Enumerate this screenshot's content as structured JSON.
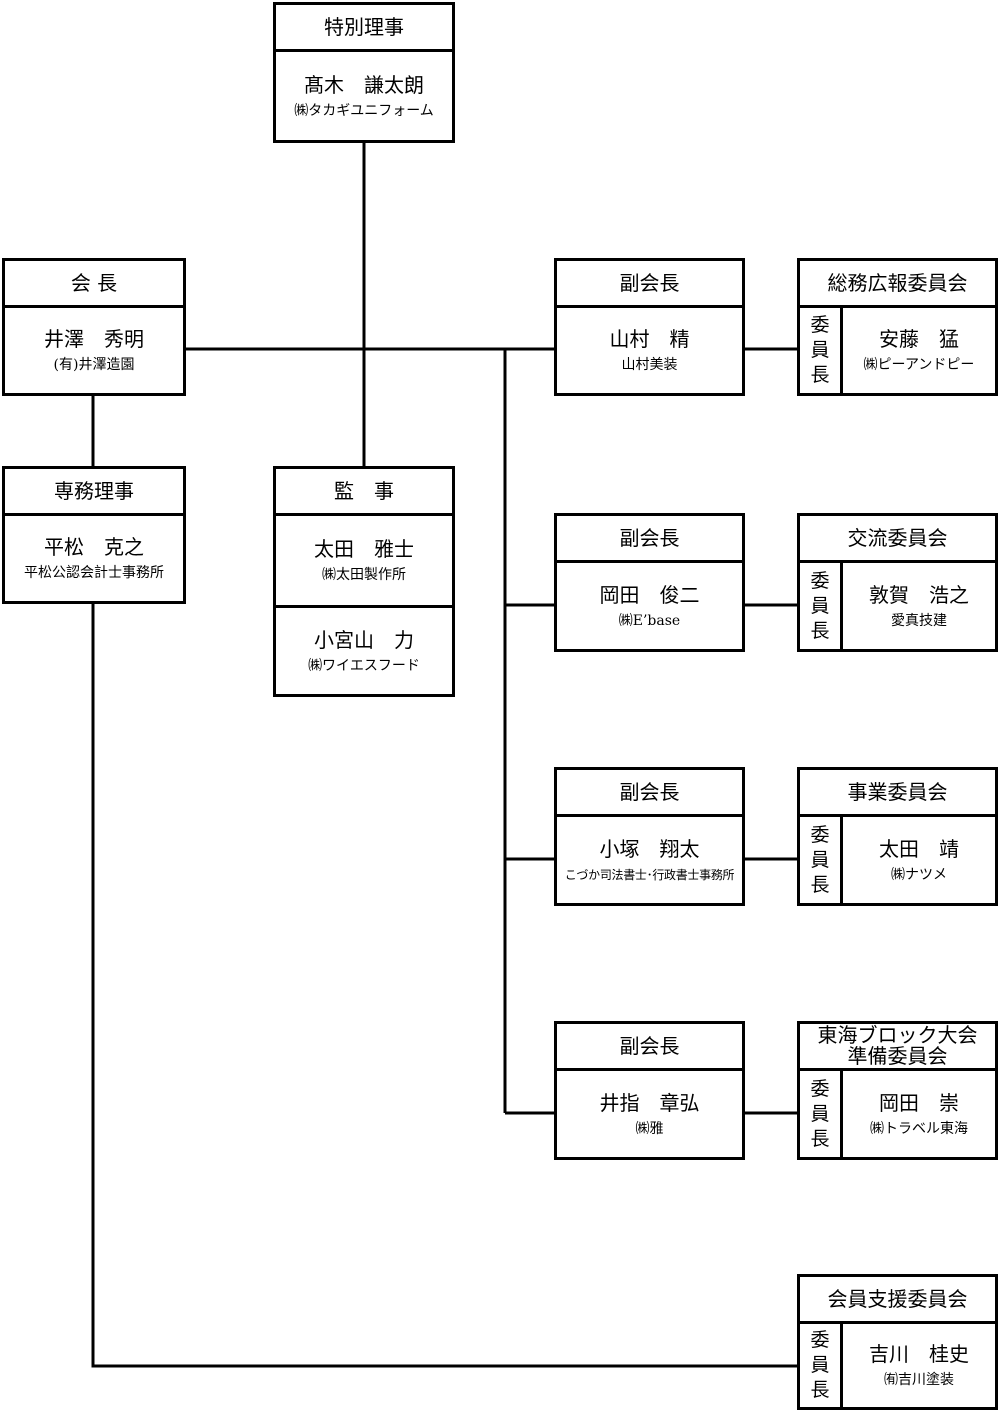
{
  "special_director": {
    "title": "特別理事",
    "name": "髙木　謙太朗",
    "org": "㈱タカギユニフォーム"
  },
  "president": {
    "title": "会 長",
    "name": "井澤　秀明",
    "org": "(有)井澤造園"
  },
  "managing_director": {
    "title": "専務理事",
    "name": "平松　克之",
    "org": "平松公認会計士事務所"
  },
  "auditors": {
    "title": "監　事",
    "members": [
      {
        "name": "太田　雅士",
        "org": "㈱太田製作所"
      },
      {
        "name": "小宮山　力",
        "org": "㈱ワイエスフード"
      }
    ]
  },
  "vice_presidents": [
    {
      "title": "副会長",
      "name": "山村　精",
      "org": "山村美装"
    },
    {
      "title": "副会長",
      "name": "岡田　俊二",
      "org": "㈱E’base"
    },
    {
      "title": "副会長",
      "name": "小塚　翔太",
      "org": "こづか司法書士･行政書士事務所"
    },
    {
      "title": "副会長",
      "name": "井指　章弘",
      "org": "㈱雅"
    }
  ],
  "committees": [
    {
      "title": "総務広報委員会",
      "role": [
        "委",
        "員",
        "長"
      ],
      "name": "安藤　猛",
      "org": "㈱ピーアンドピー"
    },
    {
      "title": "交流委員会",
      "role": [
        "委",
        "員",
        "長"
      ],
      "name": "敦賀　浩之",
      "org": "愛真技建"
    },
    {
      "title": "事業委員会",
      "role": [
        "委",
        "員",
        "長"
      ],
      "name": "太田　靖",
      "org": "㈱ナツメ"
    },
    {
      "title_lines": [
        "東海ブロック大会",
        "準備委員会"
      ],
      "role": [
        "委",
        "員",
        "長"
      ],
      "name": "岡田　崇",
      "org": "㈱トラベル東海"
    },
    {
      "title": "会員支援委員会",
      "role": [
        "委",
        "員",
        "長"
      ],
      "name": "吉川　桂史",
      "org": "㈲吉川塗装"
    }
  ]
}
